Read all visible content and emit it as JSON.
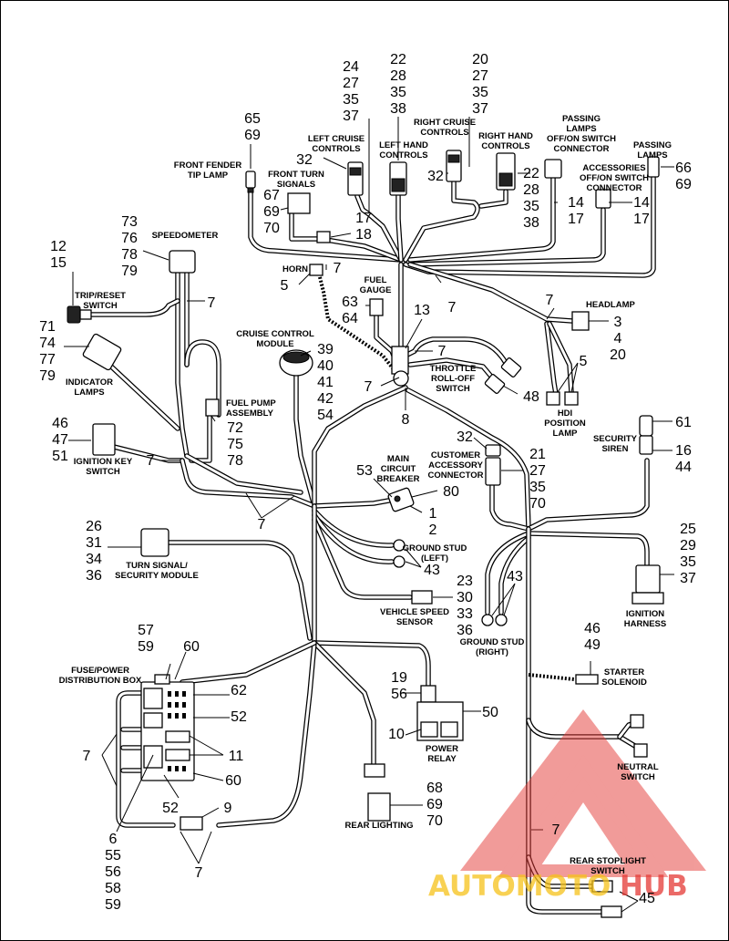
{
  "labels": {
    "front_fender_tip_lamp": [
      "FRONT FENDER",
      "TIP LAMP"
    ],
    "front_turn_signals": [
      "FRONT TURN",
      "SIGNALS"
    ],
    "left_cruise_controls": [
      "LEFT CRUISE",
      "CONTROLS"
    ],
    "left_hand_controls": [
      "LEFT HAND",
      "CONTROLS"
    ],
    "right_cruise_controls": [
      "RIGHT CRUISE",
      "CONTROLS"
    ],
    "right_hand_controls": [
      "RIGHT HAND",
      "CONTROLS"
    ],
    "passing_lamps_switch_connector": [
      "PASSING",
      "LAMPS",
      "OFF/ON SWITCH",
      "CONNECTOR"
    ],
    "passing_lamps": [
      "PASSING",
      "LAMPS"
    ],
    "accessories_switch_connector": [
      "ACCESSORIES",
      "OFF/ON SWITCH",
      "CONNECTOR"
    ],
    "speedometer": [
      "SPEEDOMETER"
    ],
    "trip_reset_switch": [
      "TRIP/RESET",
      "SWITCH"
    ],
    "horn": [
      "HORN"
    ],
    "fuel_gauge": [
      "FUEL",
      "GAUGE"
    ],
    "headlamp": [
      "HEADLAMP"
    ],
    "indicator_lamps": [
      "INDICATOR",
      "LAMPS"
    ],
    "cruise_control_module": [
      "CRUISE CONTROL",
      "MODULE"
    ],
    "throttle_rolloff_switch": [
      "THROTTLE",
      "ROLL-OFF",
      "SWITCH"
    ],
    "hdi_position_lamp": [
      "HDI",
      "POSITION",
      "LAMP"
    ],
    "fuel_pump_assembly": [
      "FUEL PUMP",
      "ASSEMBLY"
    ],
    "ignition_key_switch": [
      "IGNITION KEY",
      "SWITCH"
    ],
    "main_circuit_breaker": [
      "MAIN",
      "CIRCUIT",
      "BREAKER"
    ],
    "customer_accessory_connector": [
      "CUSTOMER",
      "ACCESSORY",
      "CONNECTOR"
    ],
    "security_siren": [
      "SECURITY",
      "SIREN"
    ],
    "turn_signal_security_module": [
      "TURN SIGNAL/",
      "SECURITY MODULE"
    ],
    "ground_stud_left": [
      "GROUND STUD",
      "(LEFT)"
    ],
    "vehicle_speed_sensor": [
      "VEHICLE SPEED",
      "SENSOR"
    ],
    "ground_stud_right": [
      "GROUND STUD",
      "(RIGHT)"
    ],
    "ignition_harness": [
      "IGNITION",
      "HARNESS"
    ],
    "starter_solenoid": [
      "STARTER",
      "SOLENOID"
    ],
    "fuse_power_distribution_box": [
      "FUSE/POWER",
      "DISTRIBUTION BOX"
    ],
    "power_relay": [
      "POWER",
      "RELAY"
    ],
    "neutral_switch": [
      "NEUTRAL",
      "SWITCH"
    ],
    "rear_lighting": [
      "REAR LIGHTING"
    ],
    "rear_stoplight_switch": [
      "REAR STOPLIGHT",
      "SWITCH"
    ]
  },
  "callouts": {
    "c_65_69": [
      "65",
      "69"
    ],
    "c_24_27_35_37": [
      "24",
      "27",
      "35",
      "37"
    ],
    "c_22_28_35_38": [
      "22",
      "28",
      "35",
      "38"
    ],
    "c_20_27_35_37": [
      "20",
      "27",
      "35",
      "37"
    ],
    "c_66_69": [
      "66",
      "69"
    ],
    "c_32_left": [
      "32"
    ],
    "c_32_right": [
      "32"
    ],
    "c_22_28_35_38_b": [
      "22",
      "28",
      "35",
      "38"
    ],
    "c_14_17_a": [
      "14",
      "17"
    ],
    "c_14_17_b": [
      "14",
      "17"
    ],
    "c_67_69_70": [
      "67",
      "69",
      "70"
    ],
    "c_17_18": [
      "17",
      "18"
    ],
    "c_73_76_78_79": [
      "73",
      "76",
      "78",
      "79"
    ],
    "c_12_15": [
      "12",
      "15"
    ],
    "c_7_horn": [
      "7"
    ],
    "c_5_horn": [
      "5"
    ],
    "c_7_right_top": [
      "7"
    ],
    "c_7_speedo": [
      "7"
    ],
    "c_63_64": [
      "63",
      "64"
    ],
    "c_13": [
      "13"
    ],
    "c_7_headlamp": [
      "7"
    ],
    "c_3_4_20": [
      "3",
      "4",
      "20"
    ],
    "c_71_74_77_79": [
      "71",
      "74",
      "77",
      "79"
    ],
    "c_39_42_54": [
      "39",
      "40",
      "41",
      "42",
      "54"
    ],
    "c_7_throttle": [
      "7"
    ],
    "c_7_center": [
      "7"
    ],
    "c_8": [
      "8"
    ],
    "c_48": [
      "48"
    ],
    "c_5_hdi": [
      "5"
    ],
    "c_72_75_78": [
      "72",
      "75",
      "78"
    ],
    "c_46_47_51": [
      "46",
      "47",
      "51"
    ],
    "c_7_ignition": [
      "7"
    ],
    "c_61": [
      "61"
    ],
    "c_16_44": [
      "16",
      "44"
    ],
    "c_32_cust": [
      "32"
    ],
    "c_21_27_35_70": [
      "21",
      "27",
      "35",
      "70"
    ],
    "c_53": [
      "53"
    ],
    "c_80": [
      "80"
    ],
    "c_1_2": [
      "1",
      "2"
    ],
    "c_7_lower": [
      "7"
    ],
    "c_26_31_34_36": [
      "26",
      "31",
      "34",
      "36"
    ],
    "c_25_29_35_37": [
      "25",
      "29",
      "35",
      "37"
    ],
    "c_43_left": [
      "43"
    ],
    "c_23_30_33_36": [
      "23",
      "30",
      "33",
      "36"
    ],
    "c_43_right": [
      "43"
    ],
    "c_46_49": [
      "46",
      "49"
    ],
    "c_57_59": [
      "57",
      "59"
    ],
    "c_60_top": [
      "60"
    ],
    "c_62": [
      "62"
    ],
    "c_52_top": [
      "52"
    ],
    "c_19_56": [
      "19",
      "56"
    ],
    "c_50": [
      "50"
    ],
    "c_10": [
      "10"
    ],
    "c_7_fuse": [
      "7"
    ],
    "c_11": [
      "11"
    ],
    "c_60_bottom": [
      "60"
    ],
    "c_52_bottom": [
      "52"
    ],
    "c_9": [
      "9"
    ],
    "c_6_55_59": [
      "6",
      "55",
      "56",
      "58",
      "59"
    ],
    "c_7_bottom": [
      "7"
    ],
    "c_68_69_70": [
      "68",
      "69",
      "70"
    ],
    "c_7_rear": [
      "7"
    ],
    "c_45": [
      "45"
    ]
  },
  "watermark": {
    "text_left": "AUTOMOTO",
    "text_right": "HUB",
    "color_red": "#e53935",
    "color_yellow": "#f6c21a"
  }
}
